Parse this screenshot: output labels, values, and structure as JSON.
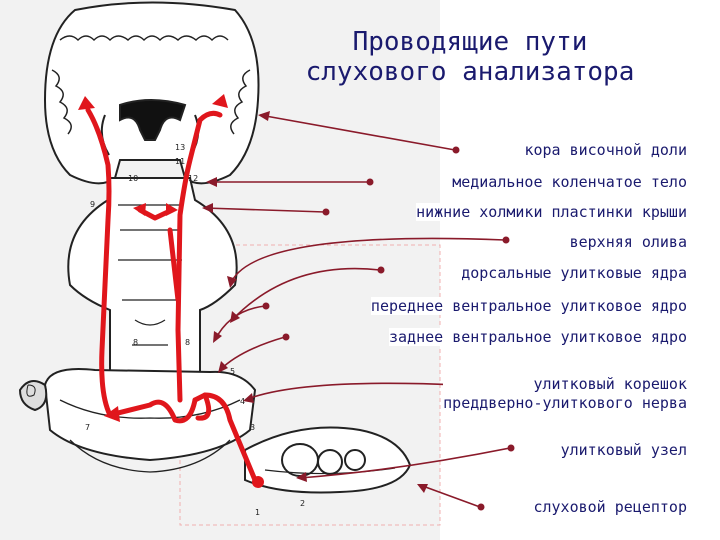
{
  "title": {
    "line1": "Проводящие пути",
    "line2": "слухового анализатора"
  },
  "labels": [
    {
      "id": "cortex",
      "text": "кора височной доли"
    },
    {
      "id": "mgb",
      "text": "медиальное коленчатое тело"
    },
    {
      "id": "ic",
      "text": "нижние холмики пластинки крыши"
    },
    {
      "id": "olive",
      "text": "верхняя олива"
    },
    {
      "id": "dcn",
      "text": "дорсальные улитковые ядра"
    },
    {
      "id": "avcn",
      "text": "переднее вентральное улитковое ядро"
    },
    {
      "id": "pvcn",
      "text": "заднее вентральное улитковое ядро"
    },
    {
      "id": "root",
      "line1": "улитковый корешок",
      "line2": "преддверно-улитковогo нерва"
    },
    {
      "id": "ganglion",
      "text": "улитковый узел"
    },
    {
      "id": "receptor",
      "text": "слуховой рецептор"
    }
  ],
  "diagram_numbers": [
    "13",
    "11",
    "10",
    "12",
    "9",
    "8",
    "8",
    "7",
    "5",
    "4",
    "3",
    "2",
    "1"
  ],
  "colors": {
    "pathway": "#e0161c",
    "pointer": "#8a1a2a",
    "text": "#1a1a6e",
    "drawing": "#222222"
  }
}
